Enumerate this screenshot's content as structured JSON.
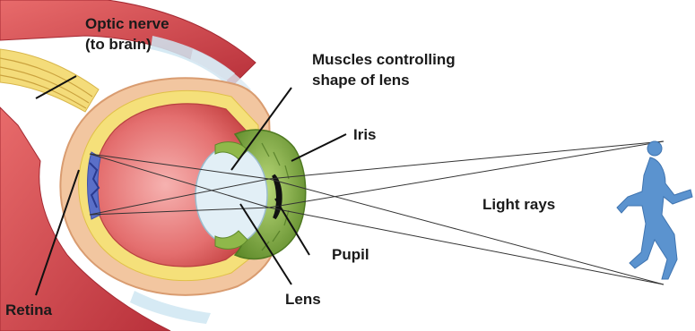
{
  "labels": {
    "optic_nerve_line1": "Optic nerve",
    "optic_nerve_line2": "(to brain)",
    "muscles_line1": "Muscles controlling",
    "muscles_line2": "shape of lens",
    "iris": "Iris",
    "light_rays": "Light rays",
    "pupil": "Pupil",
    "retina": "Retina",
    "lens": "Lens"
  },
  "colors": {
    "muscle": "#d9444a",
    "muscle_dark": "#b8303a",
    "eyewall": "#f2c6a0",
    "eye_inner": "#e46f6f",
    "iris": "#8fb84a",
    "iris_dark": "#5e8a2a",
    "lens": "#dfeef5",
    "retina": "#5a6fc8",
    "figure": "#5b93cf",
    "yellow": "#f2d35a",
    "ray": "#333333"
  }
}
